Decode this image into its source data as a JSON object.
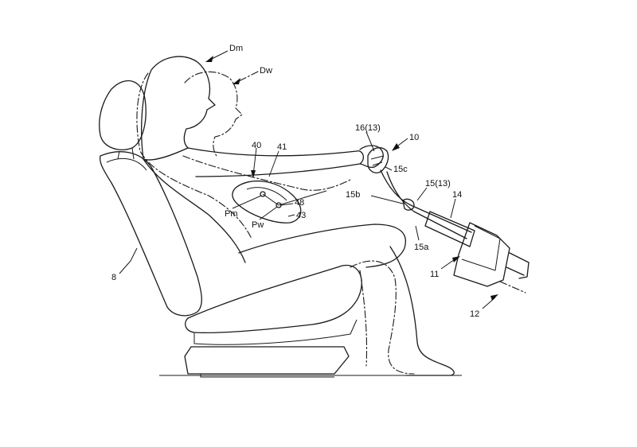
{
  "labels": {
    "dm": "Dm",
    "dw": "Dw",
    "n10": "10",
    "n16": "16(13)",
    "n40": "40",
    "n41": "41",
    "n15c": "15c",
    "n15_13": "15(13)",
    "n15b": "15b",
    "n48": "48",
    "n14": "14",
    "pm": "Pm",
    "pw": "Pw",
    "n43": "43",
    "n15a": "15a",
    "n11": "11",
    "n8": "8",
    "n12": "12"
  }
}
